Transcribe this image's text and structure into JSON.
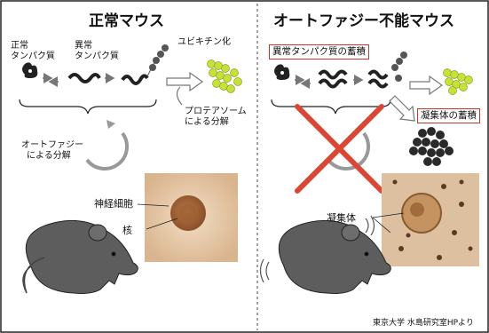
{
  "colors": {
    "cross": "#d94835",
    "proteasome": "#c6e13a",
    "box_border": "#c0392b",
    "aggregate": "#2a2a2a",
    "neuron_bg": "#e8c9a6",
    "nucleus": "#a86a3c"
  },
  "left_panel": {
    "title": "正常マウス",
    "normal_protein": [
      "正常",
      "タンパク質"
    ],
    "abnormal_protein": [
      "異常",
      "タンパク質"
    ],
    "ubiquitin": "ユビキチン化",
    "proteasome": [
      "プロテアソーム",
      "による分解"
    ],
    "autophagy": [
      "オートファジー",
      "による分解"
    ],
    "neuron": "神経細胞",
    "nucleus": "核"
  },
  "right_panel": {
    "title": "オートファジー不能マウス",
    "accumulation_box": "異常タンパク質の蓄積",
    "aggregate_box": "凝集体の蓄積",
    "aggregate_label": "凝集体"
  },
  "credit": "東京大学 水島研究室HPより"
}
